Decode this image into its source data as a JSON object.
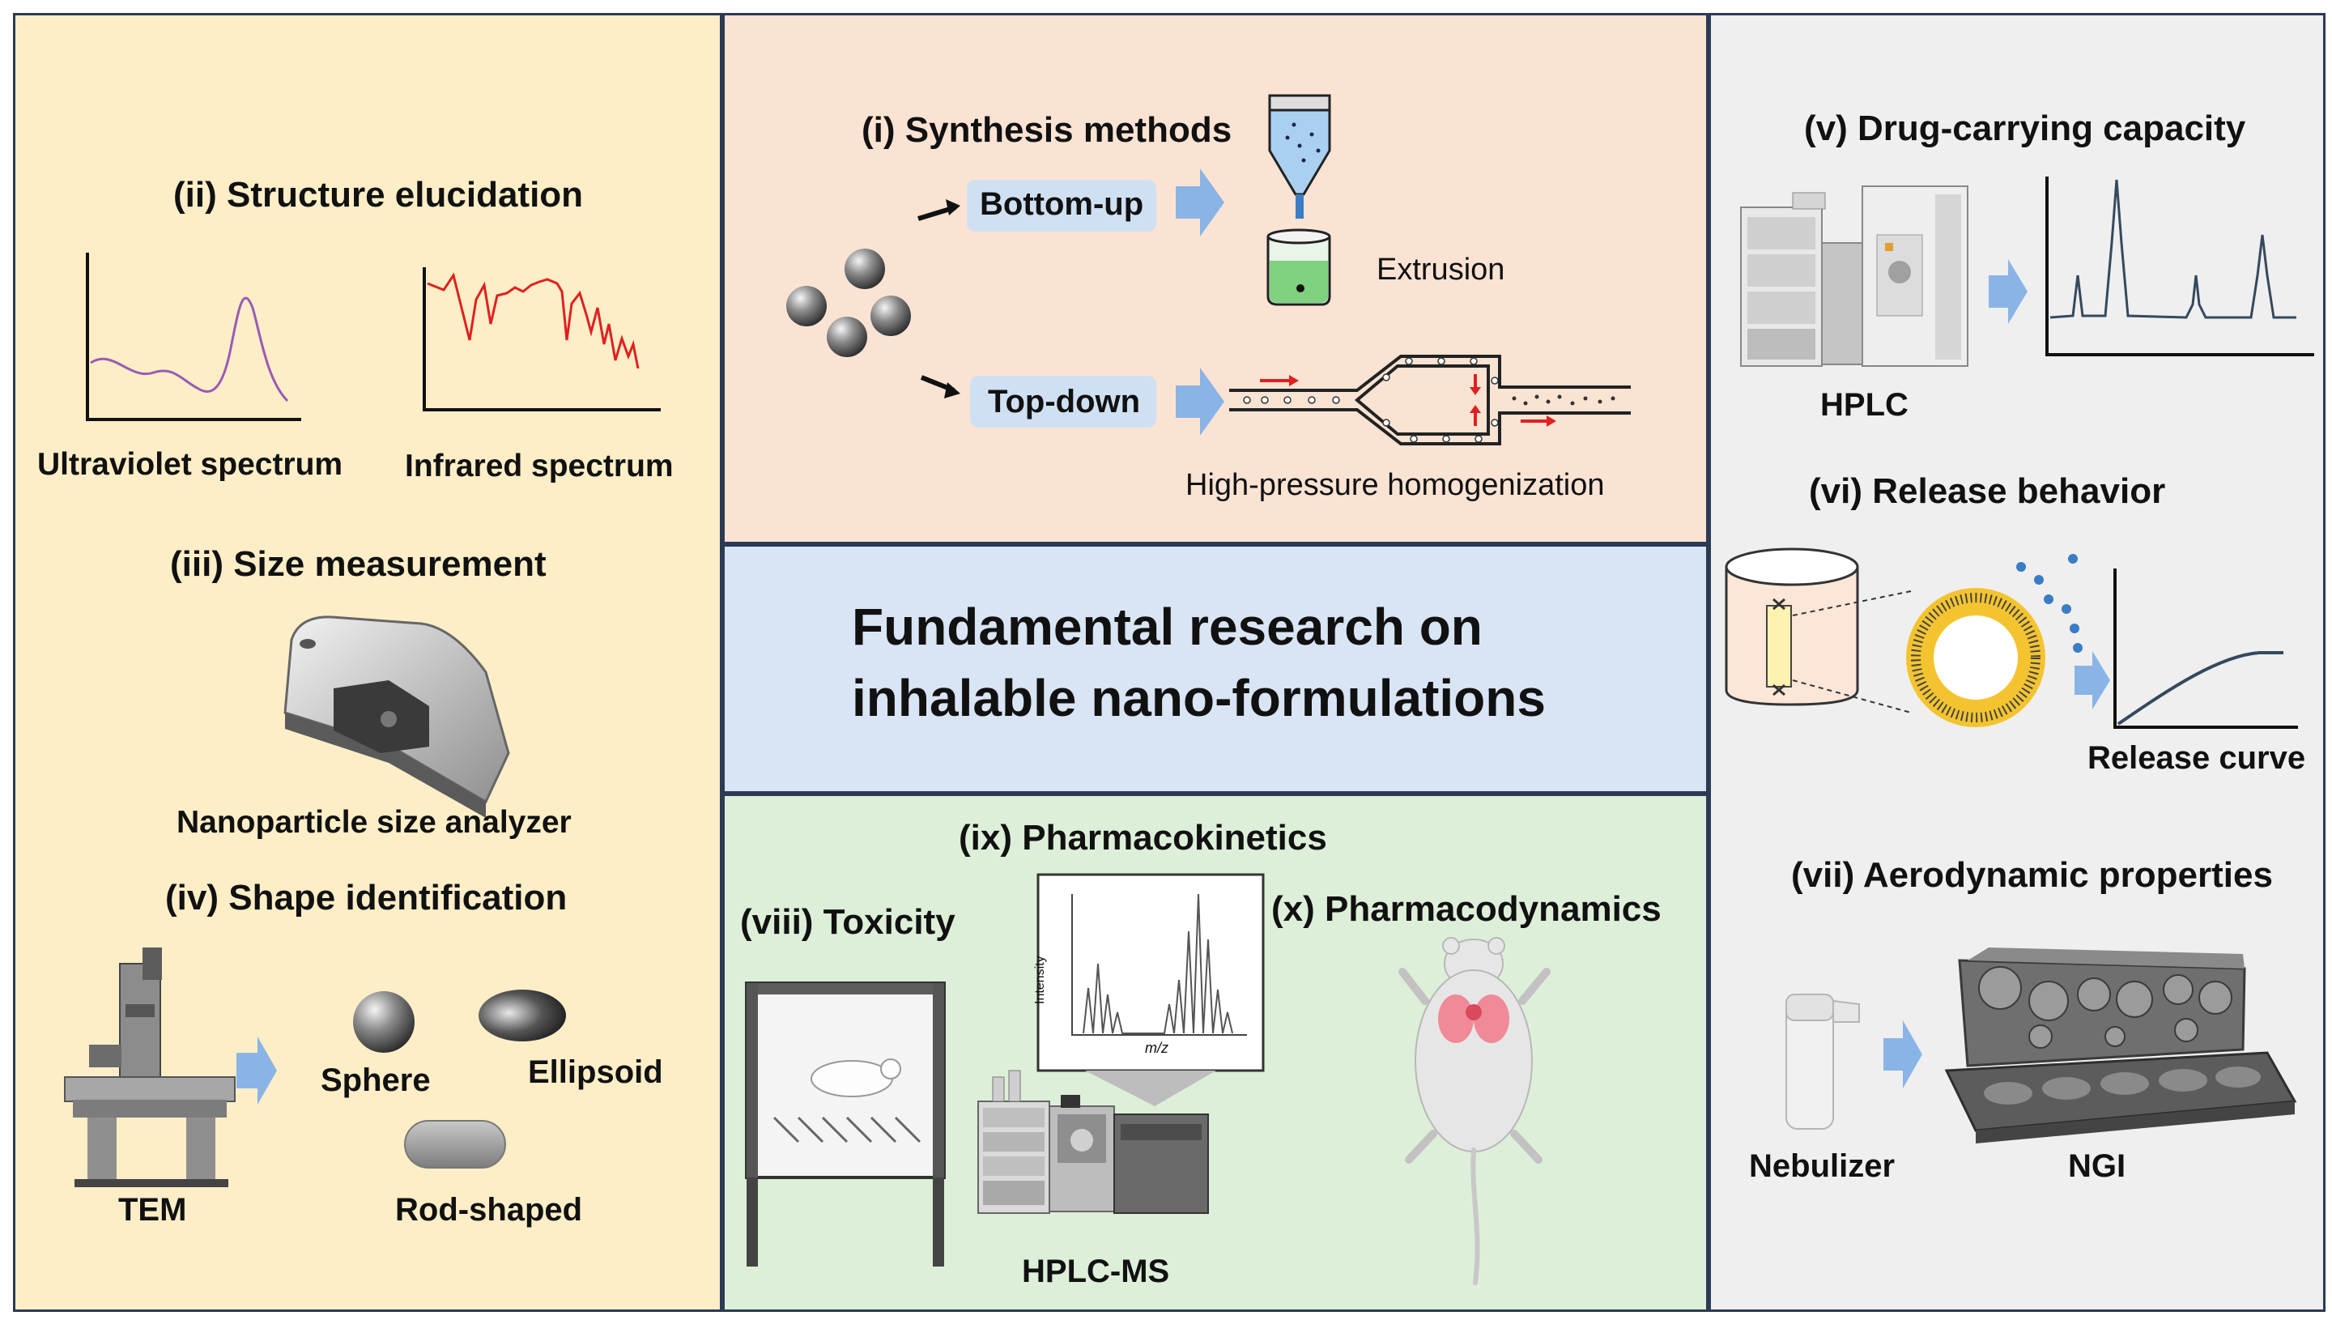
{
  "center": {
    "title_line1": "Fundamental research on",
    "title_line2": "inhalable nano-formulations"
  },
  "left": {
    "structure": {
      "heading": "(ii)  Structure elucidation",
      "uv_label": "Ultraviolet spectrum",
      "ir_label": "Infrared spectrum"
    },
    "size": {
      "heading": "(iii)  Size measurement",
      "device_label": "Nanoparticle size analyzer"
    },
    "shape": {
      "heading": "(iv) Shape identification",
      "tem_label": "TEM",
      "sphere_label": "Sphere",
      "ellipsoid_label": "Ellipsoid",
      "rod_label": "Rod-shaped"
    }
  },
  "synthesis": {
    "heading": "(i)  Synthesis methods",
    "bottom_up": "Bottom-up",
    "top_down": "Top-down",
    "extrusion": "Extrusion",
    "homogenization": "High-pressure homogenization"
  },
  "bottom": {
    "pk_heading": "(ix)  Pharmacokinetics",
    "tox_heading": "(viii)  Toxicity",
    "pd_heading": "(x)  Pharmacodynamics",
    "hplcms_label": "HPLC-MS",
    "ms_ylabel": "Intensity",
    "ms_xlabel": "m/z"
  },
  "right": {
    "drug": {
      "heading": "(v)  Drug-carrying  capacity",
      "hplc_label": "HPLC"
    },
    "release": {
      "heading": "(vi)  Release behavior",
      "curve_label": "Release curve"
    },
    "aero": {
      "heading": "(vii)  Aerodynamic properties",
      "nebulizer_label": "Nebulizer",
      "ngi_label": "NGI"
    }
  },
  "colors": {
    "left_bg": "#fdeec7",
    "synthesis_bg": "#fbe3d3",
    "center_bg": "#d9e5f4",
    "bottom_bg": "#ddefd8",
    "right_bg": "#efefef",
    "arrow": "#8ab4e6",
    "border": "#2b3a55"
  }
}
